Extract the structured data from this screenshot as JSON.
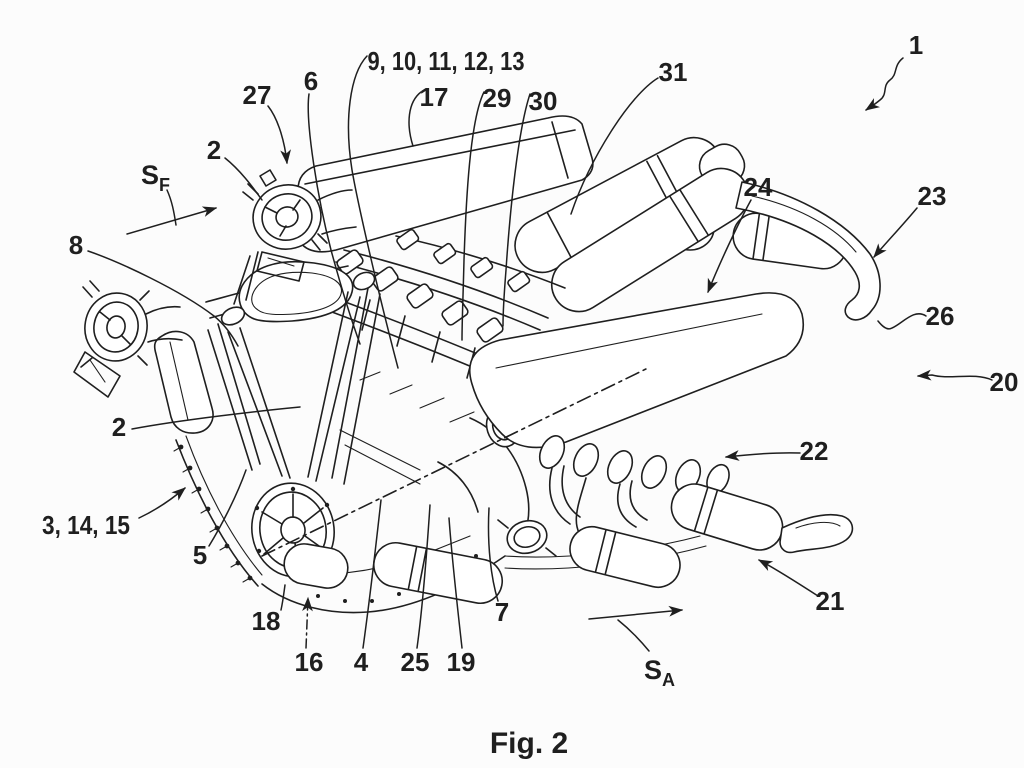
{
  "figure": {
    "caption": "Fig. 2"
  },
  "flow_arrows": {
    "front": {
      "base": "S",
      "sub": "F"
    },
    "aft": {
      "base": "S",
      "sub": "A"
    }
  },
  "reference_labels": [
    {
      "text": "1"
    },
    {
      "text": "2"
    },
    {
      "text": "2"
    },
    {
      "text": "3, 14, 15"
    },
    {
      "text": "4"
    },
    {
      "text": "5"
    },
    {
      "text": "6"
    },
    {
      "text": "7"
    },
    {
      "text": "8"
    },
    {
      "text": "9, 10, 11, 12, 13"
    },
    {
      "text": "16"
    },
    {
      "text": "17"
    },
    {
      "text": "18"
    },
    {
      "text": "19"
    },
    {
      "text": "20"
    },
    {
      "text": "21"
    },
    {
      "text": "22"
    },
    {
      "text": "23"
    },
    {
      "text": "24"
    },
    {
      "text": "25"
    },
    {
      "text": "26"
    },
    {
      "text": "27"
    },
    {
      "text": "29"
    },
    {
      "text": "30"
    },
    {
      "text": "31"
    }
  ],
  "colors": {
    "background": "#fcfcfc",
    "ink": "#1f1f1f"
  }
}
